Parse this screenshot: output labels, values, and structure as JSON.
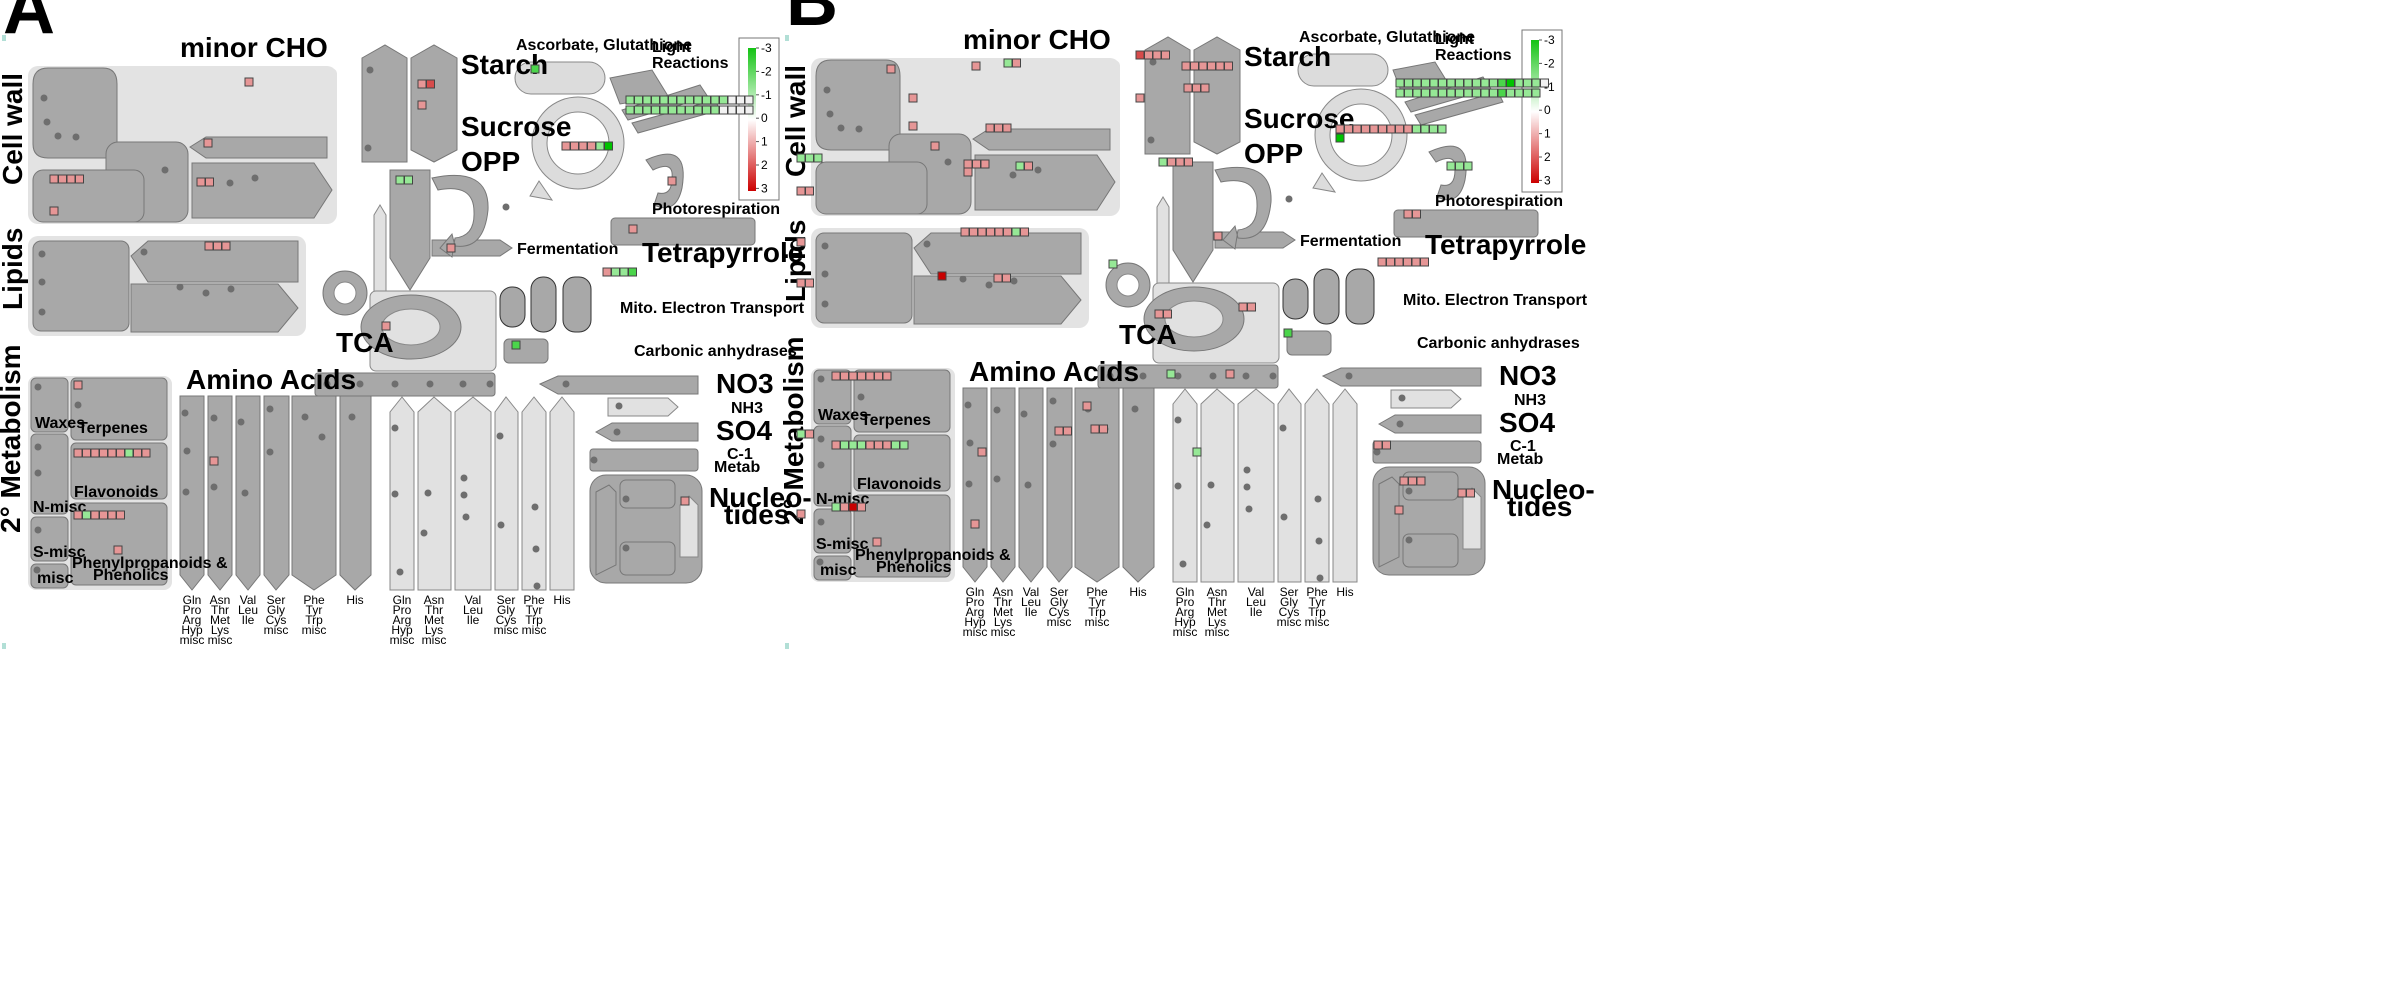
{
  "panels": [
    {
      "letter": "A",
      "labels": {
        "minor_cho": "minor CHO",
        "cell_wall": "Cell wall",
        "lipids": "Lipids",
        "secondary_metabolism": "2° Metabolism",
        "amino_acids": "Amino Acids",
        "starch": "Starch",
        "sucrose": "Sucrose",
        "opp": "OPP",
        "fermentation": "Fermentation",
        "tca": "TCA",
        "ascorbate": "Ascorbate, Glutathione",
        "light_reactions": [
          "Light",
          "Reactions"
        ],
        "photorespiration": "Photorespiration",
        "tetrapyrrole": "Tetrapyrrole",
        "mito": "Mito. Electron Transport",
        "carbonic": "Carbonic anhydrases",
        "no3": "NO3",
        "nh3": "NH3",
        "so4": "SO4",
        "c1": [
          "C-1",
          "Metab"
        ],
        "nucleo": [
          "Nucleo-",
          "tides"
        ],
        "waxes": "Waxes",
        "terpenes": "Terpenes",
        "nmisc": "N-misc",
        "flavonoids": "Flavonoids",
        "smisc": "S-misc",
        "misc": "misc",
        "phenyl": [
          "Phenylpropanoids &",
          "Phenolics"
        ]
      },
      "aa_labels": [
        [
          "Gln",
          "Pro",
          "Arg",
          "Hyp",
          "misc"
        ],
        [
          "Asn",
          "Thr",
          "Met",
          "Lys",
          "misc"
        ],
        [
          "Val",
          "Leu",
          "Ile"
        ],
        [
          "Ser",
          "Gly",
          "Cys",
          "misc"
        ],
        [
          "Phe",
          "Tyr",
          "Trp",
          "misc"
        ],
        [
          "His"
        ],
        [
          "Gln",
          "Pro",
          "Arg",
          "Hyp",
          "misc"
        ],
        [
          "Asn",
          "Thr",
          "Met",
          "Lys",
          "misc"
        ],
        [
          "Val",
          "Leu",
          "Ile"
        ],
        [
          "Ser",
          "Gly",
          "Cys",
          "misc"
        ],
        [
          "Phe",
          "Tyr",
          "Trp",
          "misc"
        ],
        [
          "His"
        ]
      ],
      "legend": {
        "ticks": [
          "-3",
          "-2",
          "-1",
          "0",
          "1",
          "2",
          "3"
        ]
      },
      "tiles": [
        [
          245,
          78,
          [
            1
          ]
        ],
        [
          50,
          175,
          [
            1,
            1,
            1,
            1
          ]
        ],
        [
          50,
          207,
          [
            1
          ]
        ],
        [
          204,
          139,
          [
            1
          ]
        ],
        [
          197,
          178,
          [
            1,
            1
          ]
        ],
        [
          205,
          242,
          [
            1,
            1,
            1
          ]
        ],
        [
          418,
          80,
          [
            1,
            2
          ]
        ],
        [
          418,
          101,
          [
            1
          ]
        ],
        [
          396,
          176,
          [
            -1,
            -1
          ]
        ],
        [
          447,
          244,
          [
            1
          ]
        ],
        [
          531,
          65,
          [
            -2
          ]
        ],
        [
          562,
          142,
          [
            1,
            1,
            1,
            1,
            -1,
            -3
          ]
        ],
        [
          626,
          96,
          [
            -1,
            -1,
            -1,
            -1,
            -1,
            -1,
            -1,
            -1,
            -1,
            -1,
            -1,
            -1,
            0,
            0,
            0
          ]
        ],
        [
          626,
          106,
          [
            -1,
            -1,
            -1,
            -1,
            -1,
            -1,
            -1,
            -1,
            -1,
            -1,
            -1,
            0,
            0,
            0,
            0
          ]
        ],
        [
          668,
          177,
          [
            1
          ]
        ],
        [
          629,
          225,
          [
            1
          ]
        ],
        [
          603,
          268,
          [
            1,
            -1,
            -1,
            -2
          ]
        ],
        [
          382,
          322,
          [
            1
          ]
        ],
        [
          512,
          341,
          [
            -2
          ]
        ],
        [
          74,
          381,
          [
            1
          ]
        ],
        [
          74,
          449,
          [
            1,
            1,
            1,
            1,
            1,
            1,
            -1,
            1,
            1
          ]
        ],
        [
          74,
          511,
          [
            1,
            -1,
            1,
            1,
            1,
            1
          ]
        ],
        [
          114,
          546,
          [
            1
          ]
        ],
        [
          210,
          457,
          [
            1
          ]
        ],
        [
          681,
          497,
          [
            1
          ]
        ]
      ]
    },
    {
      "letter": "B",
      "labels": {
        "minor_cho": "minor CHO",
        "cell_wall": "Cell wall",
        "lipids": "Lipids",
        "secondary_metabolism": "2° Metabolism",
        "amino_acids": "Amino Acids",
        "starch": "Starch",
        "sucrose": "Sucrose",
        "opp": "OPP",
        "fermentation": "Fermentation",
        "tca": "TCA",
        "ascorbate": "Ascorbate, Glutathione",
        "light_reactions": [
          "Light",
          "Reactions"
        ],
        "photorespiration": "Photorespiration",
        "tetrapyrrole": "Tetrapyrrole",
        "mito": "Mito. Electron Transport",
        "carbonic": "Carbonic anhydrases",
        "no3": "NO3",
        "nh3": "NH3",
        "so4": "SO4",
        "c1": [
          "C-1",
          "Metab"
        ],
        "nucleo": [
          "Nucleo-",
          "tides"
        ],
        "waxes": "Waxes",
        "terpenes": "Terpenes",
        "nmisc": "N-misc",
        "flavonoids": "Flavonoids",
        "smisc": "S-misc",
        "misc": "misc",
        "phenyl": [
          "Phenylpropanoids &",
          "Phenolics"
        ]
      },
      "aa_labels": [
        [
          "Gln",
          "Pro",
          "Arg",
          "Hyp",
          "misc"
        ],
        [
          "Asn",
          "Thr",
          "Met",
          "Lys",
          "misc"
        ],
        [
          "Val",
          "Leu",
          "Ile"
        ],
        [
          "Ser",
          "Gly",
          "Cys",
          "misc"
        ],
        [
          "Phe",
          "Tyr",
          "Trp",
          "misc"
        ],
        [
          "His"
        ],
        [
          "Gln",
          "Pro",
          "Arg",
          "Hyp",
          "misc"
        ],
        [
          "Asn",
          "Thr",
          "Met",
          "Lys",
          "misc"
        ],
        [
          "Val",
          "Leu",
          "Ile"
        ],
        [
          "Ser",
          "Gly",
          "Cys",
          "misc"
        ],
        [
          "Phe",
          "Tyr",
          "Trp",
          "misc"
        ],
        [
          "His"
        ]
      ],
      "legend": {
        "ticks": [
          "-3",
          "-2",
          "-1",
          "0",
          "1",
          "2",
          "3"
        ]
      },
      "tiles": [
        [
          104,
          73,
          [
            1
          ]
        ],
        [
          189,
          70,
          [
            1
          ]
        ],
        [
          221,
          67,
          [
            -1,
            1
          ]
        ],
        [
          126,
          102,
          [
            1
          ]
        ],
        [
          126,
          130,
          [
            1
          ]
        ],
        [
          14,
          162,
          [
            -1,
            -1,
            -1
          ]
        ],
        [
          14,
          195,
          [
            1,
            1
          ]
        ],
        [
          203,
          132,
          [
            1,
            1,
            1
          ]
        ],
        [
          148,
          150,
          [
            1
          ]
        ],
        [
          181,
          168,
          [
            1,
            1,
            1
          ]
        ],
        [
          181,
          176,
          [
            1
          ]
        ],
        [
          233,
          170,
          [
            -1,
            1
          ]
        ],
        [
          353,
          59,
          [
            2,
            1,
            1,
            1
          ]
        ],
        [
          399,
          70,
          [
            1,
            1,
            1,
            1,
            1,
            1
          ]
        ],
        [
          353,
          102,
          [
            1
          ]
        ],
        [
          401,
          92,
          [
            1,
            1,
            1
          ]
        ],
        [
          376,
          166,
          [
            -1,
            1,
            1,
            1
          ]
        ],
        [
          613,
          87,
          [
            -1,
            -1,
            -1,
            -1,
            -1,
            -1,
            -1,
            -1,
            -1,
            -1,
            -1,
            -1,
            -2,
            -3,
            -1,
            -1,
            -1,
            0
          ]
        ],
        [
          613,
          97,
          [
            -1,
            -1,
            -1,
            -1,
            -1,
            -1,
            -1,
            -1,
            -1,
            -1,
            -1,
            -1,
            -2,
            -1,
            -1,
            -1,
            -1
          ]
        ],
        [
          553,
          133,
          [
            1,
            1,
            1,
            1,
            1,
            1,
            1,
            1,
            1,
            -1,
            -1,
            -1,
            -1
          ]
        ],
        [
          553,
          142,
          [
            -3
          ]
        ],
        [
          664,
          170,
          [
            -1,
            -1,
            -1
          ]
        ],
        [
          621,
          218,
          [
            1,
            1
          ]
        ],
        [
          595,
          266,
          [
            1,
            1,
            1,
            1,
            1,
            1
          ]
        ],
        [
          178,
          236,
          [
            1,
            1,
            1,
            1,
            1,
            1,
            -1,
            1
          ]
        ],
        [
          14,
          246,
          [
            1
          ]
        ],
        [
          155,
          280,
          [
            3
          ]
        ],
        [
          211,
          282,
          [
            1,
            1
          ]
        ],
        [
          14,
          287,
          [
            1,
            1
          ]
        ],
        [
          431,
          240,
          [
            1
          ]
        ],
        [
          326,
          268,
          [
            -1
          ]
        ],
        [
          372,
          318,
          [
            1,
            1
          ]
        ],
        [
          456,
          311,
          [
            1,
            1
          ]
        ],
        [
          501,
          337,
          [
            -2
          ]
        ],
        [
          49,
          380,
          [
            1,
            1,
            1,
            1,
            1,
            1,
            1
          ]
        ],
        [
          14,
          438,
          [
            -1,
            1
          ]
        ],
        [
          49,
          449,
          [
            1,
            -1,
            -1,
            -1,
            1,
            1,
            1,
            -1,
            -1
          ]
        ],
        [
          49,
          511,
          [
            -1,
            1,
            3,
            1
          ]
        ],
        [
          14,
          518,
          [
            1
          ]
        ],
        [
          90,
          546,
          [
            1
          ]
        ],
        [
          300,
          410,
          [
            1
          ]
        ],
        [
          272,
          435,
          [
            1,
            1
          ]
        ],
        [
          195,
          456,
          [
            1
          ]
        ],
        [
          188,
          528,
          [
            1
          ]
        ],
        [
          308,
          433,
          [
            1,
            1
          ]
        ],
        [
          410,
          456,
          [
            -1
          ]
        ],
        [
          384,
          378,
          [
            -1
          ]
        ],
        [
          443,
          378,
          [
            1
          ]
        ],
        [
          591,
          449,
          [
            1,
            1
          ]
        ],
        [
          617,
          485,
          [
            1,
            1,
            1
          ]
        ],
        [
          612,
          514,
          [
            1
          ]
        ],
        [
          675,
          497,
          [
            1,
            1
          ]
        ]
      ]
    }
  ]
}
